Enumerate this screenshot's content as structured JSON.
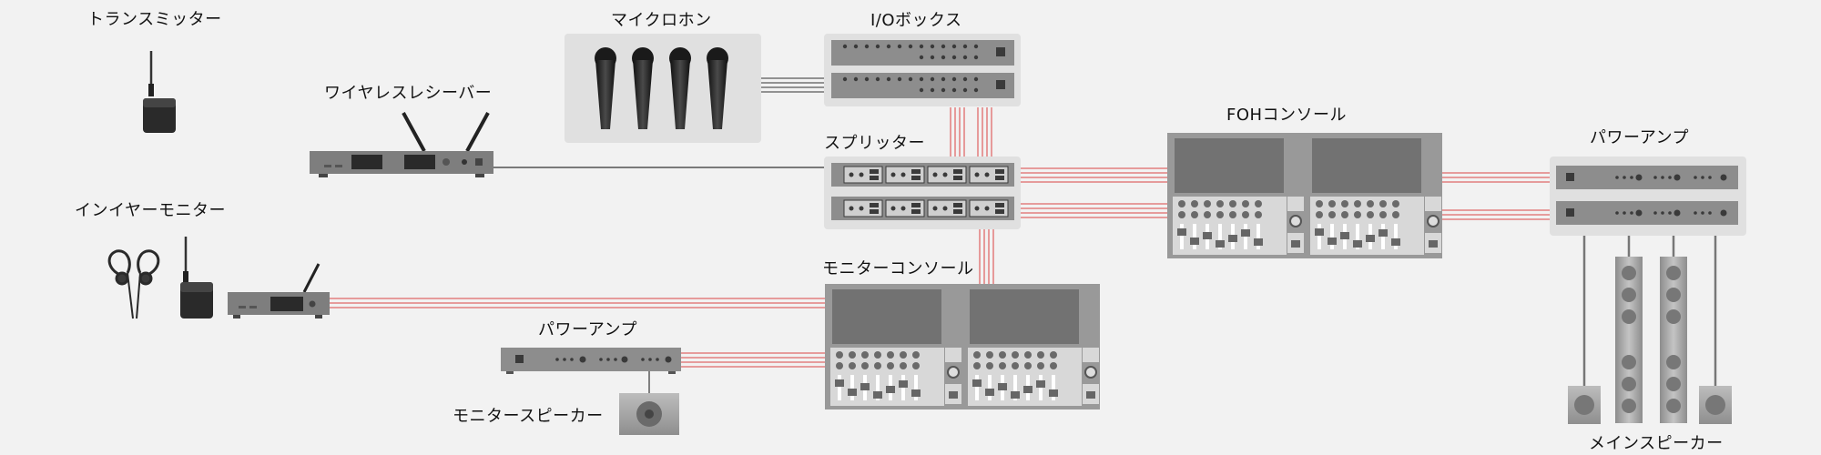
{
  "labels": {
    "transmitter": "トランスミッター",
    "microphones": "マイクロホン",
    "io_box": "I/Oボックス",
    "wireless_receiver": "ワイヤレスレシーバー",
    "splitter": "スプリッター",
    "foh_console": "FOHコンソール",
    "power_amp_right": "パワーアンプ",
    "in_ear_monitor": "インイヤーモニター",
    "monitor_console": "モニターコンソール",
    "power_amp_left": "パワーアンプ",
    "monitor_speaker": "モニタースピーカー",
    "main_speaker": "メインスピーカー"
  },
  "colors": {
    "background": "#f2f2f2",
    "panel": "#e0e0e0",
    "device_gray": "#8a8a8a",
    "device_dark": "#3a3a3a",
    "cable_red": "#e06a6a",
    "cable_dark": "#333333"
  },
  "icons": {
    "transmitter": "bodypack-transmitter-icon",
    "microphone": "handheld-microphone-icon",
    "receiver": "wireless-receiver-icon",
    "earphones": "in-ear-earphones-icon",
    "console": "mixing-console-icon",
    "amp": "power-amplifier-icon",
    "speaker": "loudspeaker-icon"
  }
}
